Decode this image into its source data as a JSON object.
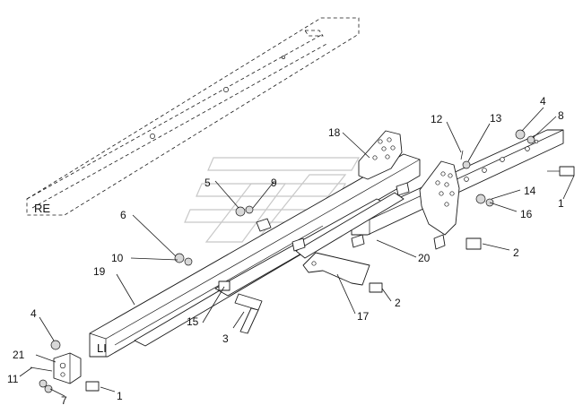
{
  "callouts": [
    {
      "id": "c1a",
      "text": "1"
    },
    {
      "id": "c1b",
      "text": "1"
    },
    {
      "id": "c2a",
      "text": "2"
    },
    {
      "id": "c2b",
      "text": "2"
    },
    {
      "id": "c3",
      "text": "3"
    },
    {
      "id": "c4a",
      "text": "4"
    },
    {
      "id": "c4b",
      "text": "4"
    },
    {
      "id": "c5",
      "text": "5"
    },
    {
      "id": "c6",
      "text": "6"
    },
    {
      "id": "c7",
      "text": "7"
    },
    {
      "id": "c8",
      "text": "8"
    },
    {
      "id": "c9",
      "text": "9"
    },
    {
      "id": "c10",
      "text": "10"
    },
    {
      "id": "c11",
      "text": "11"
    },
    {
      "id": "c12",
      "text": "12"
    },
    {
      "id": "c13",
      "text": "13"
    },
    {
      "id": "c14",
      "text": "14"
    },
    {
      "id": "c15",
      "text": "15"
    },
    {
      "id": "c16",
      "text": "16"
    },
    {
      "id": "c17",
      "text": "17"
    },
    {
      "id": "c18",
      "text": "18"
    },
    {
      "id": "c19",
      "text": "19"
    },
    {
      "id": "c20",
      "text": "20"
    },
    {
      "id": "c21",
      "text": "21"
    }
  ],
  "side_labels": {
    "right": "RE",
    "left": "LI"
  }
}
